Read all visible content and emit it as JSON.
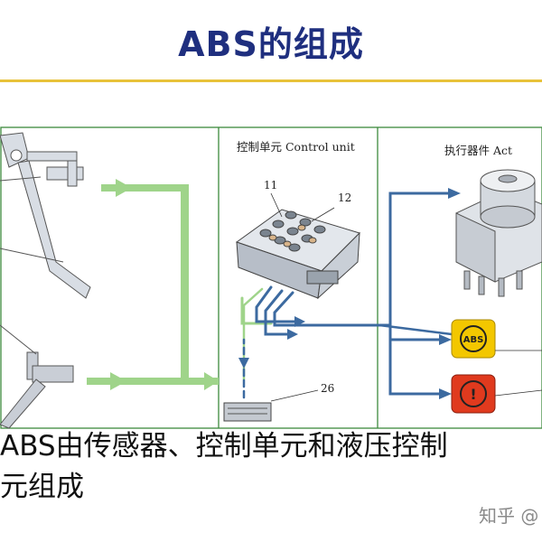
{
  "title": "ABS的组成",
  "panels": {
    "control_label": "控制单元  Control unit",
    "actuator_label": "执行器件  Act"
  },
  "callouts": {
    "n11": "11",
    "n12": "12",
    "n26": "26"
  },
  "warning_lamps": {
    "abs_lamp_text": "ABS",
    "brake_lamp_text": "!",
    "abs_color": "#f3c700",
    "brake_color": "#e03a1e"
  },
  "caption": {
    "line1": "ABS由传感器、控制单元和液压控制",
    "line2": "元组成"
  },
  "watermark": "知乎 @"
}
